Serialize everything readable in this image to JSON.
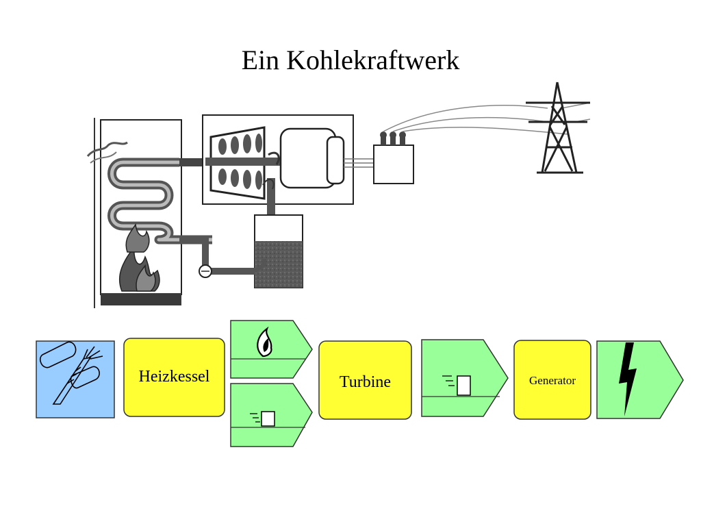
{
  "title": "Ein Kohlekraftwerk",
  "colors": {
    "fuel_box": "#99ccff",
    "component_box": "#ffff33",
    "energy_arrow": "#99ff99",
    "outline": "#333333",
    "drawing": "#4a4a4a"
  },
  "flow": [
    {
      "kind": "fuel",
      "icon": "coal-and-wood-icon"
    },
    {
      "kind": "component",
      "label": "Heizkessel"
    },
    {
      "kind": "energy",
      "icons": [
        "flame-icon",
        "motion-icon"
      ]
    },
    {
      "kind": "component",
      "label": "Turbine"
    },
    {
      "kind": "energy",
      "icons": [
        "motion-icon"
      ]
    },
    {
      "kind": "component",
      "label": "Generator"
    },
    {
      "kind": "energy",
      "icons": [
        "lightning-icon"
      ]
    }
  ]
}
